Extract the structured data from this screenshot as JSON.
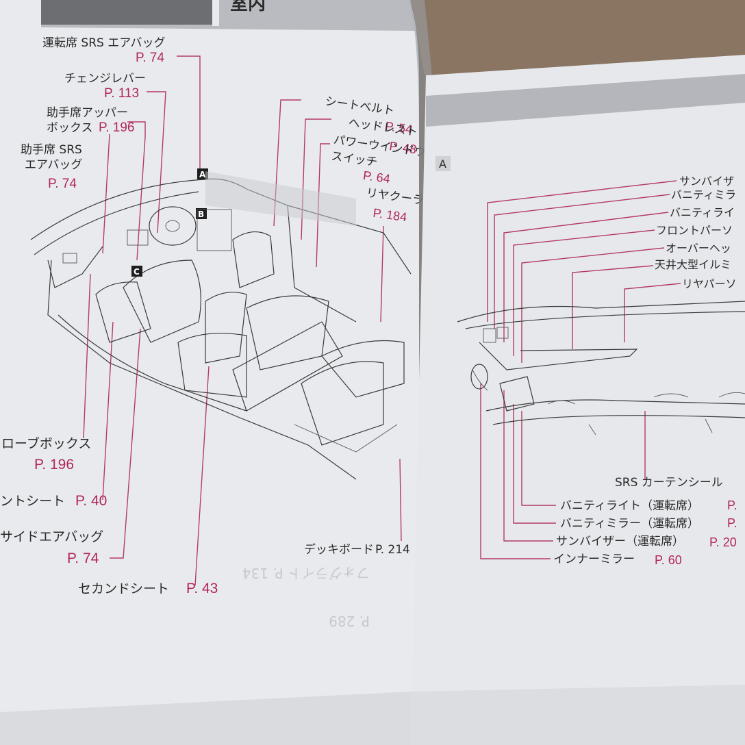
{
  "left_page": {
    "header": {
      "section_title": "室内"
    },
    "labels": [
      {
        "text": "運転席 SRS エアバッグ",
        "page": "P. 74"
      },
      {
        "text": "チェンジレバー",
        "page": "P. 113"
      },
      {
        "text_line1": "助手席アッパー",
        "text_line2": "ボックス",
        "page": "P. 196"
      },
      {
        "text_line1": "助手席 SRS",
        "text_line2": "エアバッグ",
        "page": "P. 74"
      },
      {
        "text": "シートベルト",
        "page": "P. 54"
      },
      {
        "text": "ヘッドレスト",
        "page": "P. 48"
      },
      {
        "text_line1": "パワーウインドウ",
        "text_line2": "スイッチ",
        "page": "P. 64"
      },
      {
        "text": "リヤクーラー",
        "page": "P. 184"
      },
      {
        "text": "ローブボックス",
        "page": "P. 196"
      },
      {
        "text": "ントシート",
        "page": "P. 40"
      },
      {
        "text": "サイドエアバッグ",
        "page": "P. 74"
      },
      {
        "text": "セカンドシート",
        "page": "P. 43"
      },
      {
        "text": "デッキボード",
        "page": "P. 214"
      }
    ],
    "callouts": [
      "A",
      "B",
      "C"
    ]
  },
  "right_page": {
    "callout": "A",
    "labels_top": [
      "サンバイザ",
      "バニティミラ",
      "バニティライ",
      "フロントパーソ",
      "オーバーヘッ",
      "天井大型イルミ",
      "リヤパーソ"
    ],
    "label_curtain": "SRS カーテンシール",
    "labels_bottom": [
      {
        "text": "バニティライト（運転席）",
        "page": "P."
      },
      {
        "text": "バニティミラー（運転席）",
        "page": "P."
      },
      {
        "text": "サンバイザー（運転席）",
        "page": "P. 20"
      },
      {
        "text": "インナーミラー",
        "page": "P. 60"
      }
    ]
  }
}
